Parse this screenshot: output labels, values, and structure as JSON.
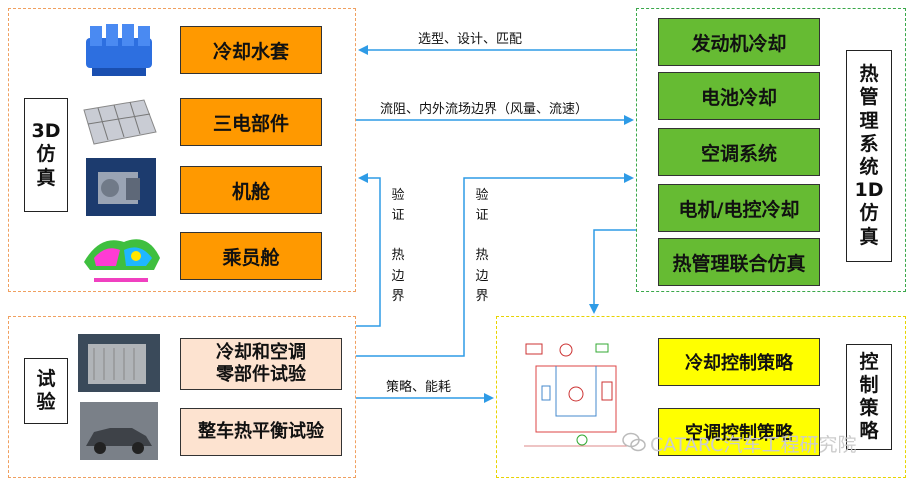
{
  "sim3d": {
    "label": "3D\n仿\n真",
    "items": [
      "冷却水套",
      "三电部件",
      "机舱",
      "乘员舱"
    ]
  },
  "sim1d": {
    "label": "热\n管\n理\n系\n统\n1D\n仿\n真",
    "items": [
      "发动机冷却",
      "电池冷却",
      "空调系统",
      "电机/电控冷却",
      "热管理联合仿真"
    ]
  },
  "test": {
    "label": "试\n验",
    "items": [
      "冷却和空调\n零部件试验",
      "整车热平衡试验"
    ]
  },
  "control": {
    "label": "控\n制\n策\n略",
    "items": [
      "冷却控制策略",
      "空调控制策略"
    ]
  },
  "edges": {
    "selection": "选型、设计、匹配",
    "boundary": "流阻、内外流场边界（风量、流速）",
    "verify_left": "验\n证\n\n热\n边\n界",
    "verify_right": "验\n证\n\n热\n边\n界",
    "strategy": "策略、能耗"
  },
  "watermark": "CATARC汽车工程研究院",
  "colors": {
    "orange": "#ff9900",
    "green": "#66bb33",
    "peach": "#fde3d0",
    "yellow": "#ffff00",
    "arrow": "#2e9be6"
  }
}
